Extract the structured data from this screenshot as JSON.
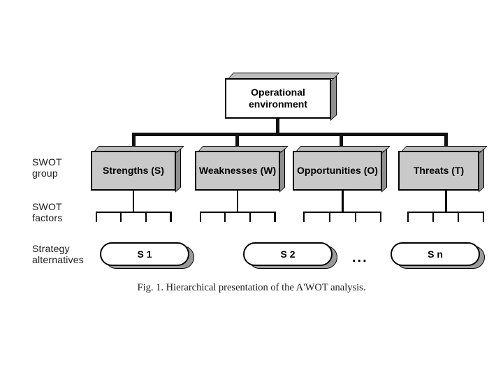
{
  "figure": {
    "caption": "Fig. 1. Hierarchical presentation of the A'WOT analysis.",
    "root": {
      "label": "Operational\nenvironment"
    },
    "row_labels": [
      {
        "key": "swot-group",
        "text": "SWOT\ngroup"
      },
      {
        "key": "swot-factors",
        "text": "SWOT\nfactors"
      },
      {
        "key": "strategy-alternatives",
        "text": "Strategy\nalternatives"
      }
    ],
    "swot_groups": [
      {
        "key": "strengths",
        "label": "Strengths\n(S)",
        "factor_count": 4
      },
      {
        "key": "weaknesses",
        "label": "Weaknesses\n(W)",
        "factor_count": 4
      },
      {
        "key": "opportunities",
        "label": "Opportunities\n(O)",
        "factor_count": 4
      },
      {
        "key": "threats",
        "label": "Threats\n(T)",
        "factor_count": 4
      }
    ],
    "strategy_alternatives": [
      {
        "key": "s1",
        "label": "S 1"
      },
      {
        "key": "s2",
        "label": "S 2"
      },
      {
        "key": "sn",
        "label": "S n"
      }
    ],
    "ellipsis": "...",
    "colors": {
      "background": "#ffffff",
      "group_fill": "#c9c9c9",
      "root_fill": "#ffffff",
      "extrusion_top": "#bdbdbd",
      "extrusion_right": "#8f8f8f",
      "pill_shadow": "#9a9a9a",
      "stroke": "#000000",
      "text": "#000000"
    }
  }
}
